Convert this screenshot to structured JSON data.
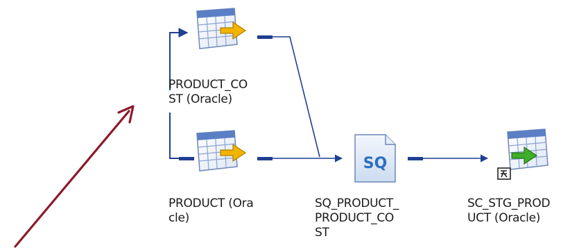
{
  "diagram": {
    "nodes": [
      {
        "id": "product_cost",
        "label": "PRODUCT_CO\nST (Oracle)",
        "kind": "source-table"
      },
      {
        "id": "product",
        "label": "PRODUCT (Ora\ncle)",
        "kind": "source-table"
      },
      {
        "id": "sq_product",
        "label": "SQ_PRODUCT_\nPRODUCT_CO\nST",
        "kind": "source-qualifier",
        "icon_text": "SQ"
      },
      {
        "id": "sc_stg_product",
        "label": "SC_STG_PROD\nUCT (Oracle)",
        "kind": "target-table"
      }
    ],
    "colors": {
      "link": "#1f3f8f",
      "arrow_annotation": "#8b1a2b",
      "table_header": "#5b7fc4",
      "table_grid": "#8aa3d1",
      "source_arrow": "#f2b400",
      "target_arrow": "#3fae2a",
      "sq_blue": "#2e6fbf"
    }
  }
}
